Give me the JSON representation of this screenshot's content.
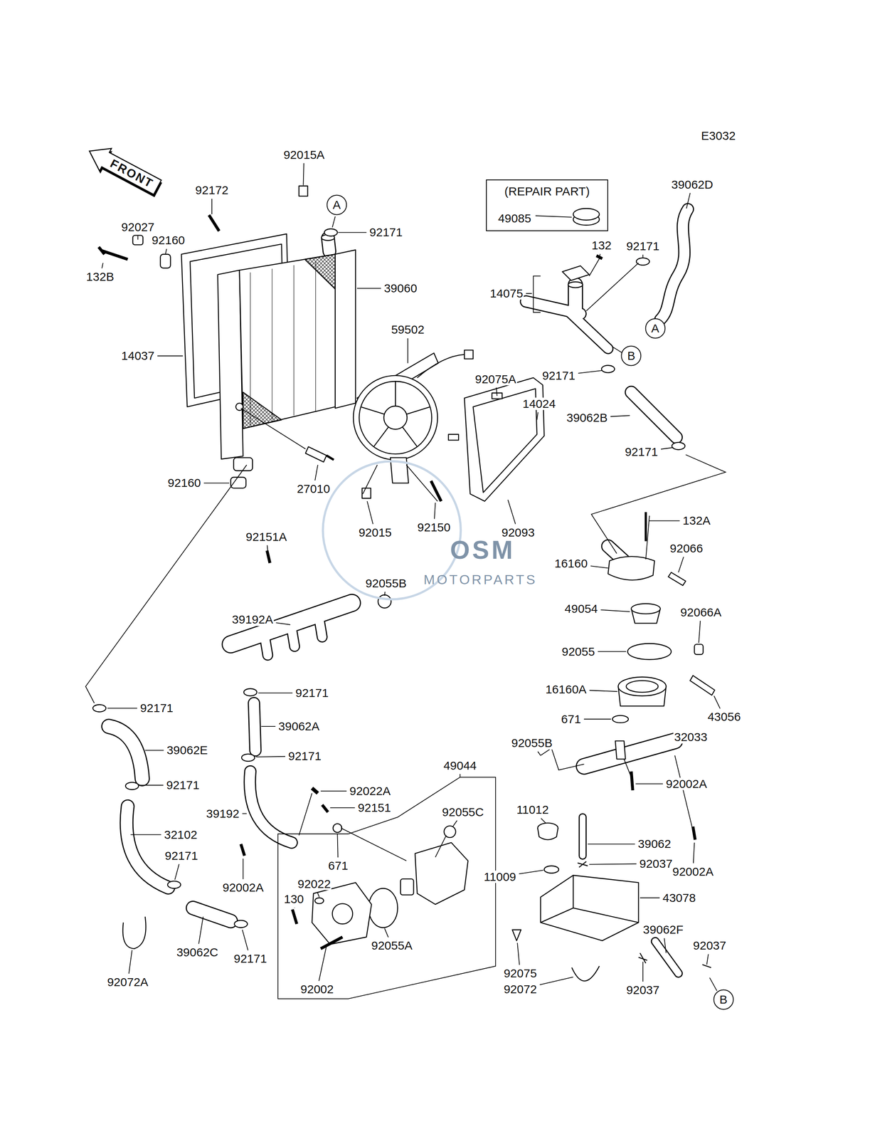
{
  "diagram": {
    "nodes": [
      {
        "text": [
          "FRONT"
        ]
      },
      {
        "text": [
          "(REPAIR PART)",
          "49085"
        ]
      },
      {
        "text": [
          "A"
        ]
      },
      {
        "text": [
          "A"
        ]
      },
      {
        "text": [
          "B"
        ]
      },
      {
        "text": [
          "B"
        ]
      }
    ],
    "labels": [
      "E3032",
      "92015A",
      "92172",
      "39062D",
      "92027",
      "92171",
      "92160",
      "132",
      "92171",
      "132B",
      "39060",
      "14075",
      "59502",
      "14037",
      "92075A",
      "92171",
      "14024",
      "39062B",
      "92171",
      "92160",
      "27010",
      "92015",
      "92150",
      "92093",
      "132A",
      "92151A",
      "92066",
      "16160",
      "92055B",
      "39192A",
      "49054",
      "92066A",
      "92055",
      "16160A",
      "92171",
      "92171",
      "39062A",
      "43056",
      "671",
      "32033",
      "92055B",
      "39062E",
      "92171",
      "49044",
      "92002A",
      "92171",
      "92022A",
      "92151",
      "11012",
      "39192",
      "92055C",
      "32102",
      "39062",
      "92171",
      "671",
      "92037",
      "92002A",
      "11009",
      "92002A",
      "92022",
      "43078",
      "130",
      "39062C",
      "92055A",
      "92171",
      "39062F",
      "92037",
      "92002",
      "92075",
      "92072",
      "92037",
      "92072A",
      "OSM",
      "MOTORPARTS"
    ]
  }
}
